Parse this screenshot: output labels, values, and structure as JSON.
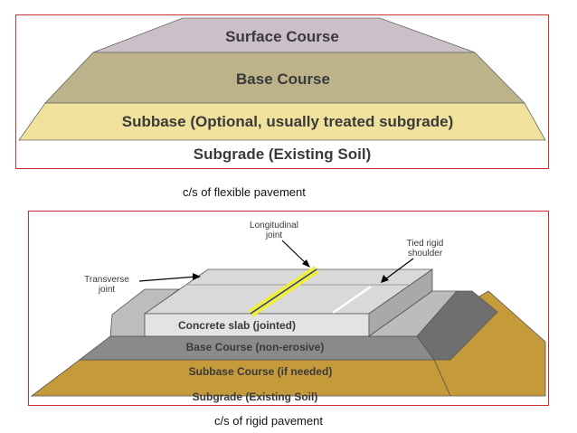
{
  "flexible_diagram": {
    "layers": {
      "surface": "Surface Course",
      "base": "Base Course",
      "subbase": "Subbase (Optional, usually treated subgrade)",
      "subgrade": "Subgrade (Existing Soil)"
    },
    "colors": {
      "surface": "#ccc0c8",
      "base": "#bdb38a",
      "subbase": "#f0e29c",
      "frame": "#c8312f"
    }
  },
  "flexible_caption": "c/s of flexible pavement",
  "rigid_diagram": {
    "annotations": {
      "longitudinal_line1": "Longitudinal",
      "longitudinal_line2": "joint",
      "tied_line1": "Tied rigid",
      "tied_line2": "shoulder",
      "transverse_line1": "Transverse",
      "transverse_line2": "joint"
    },
    "layers": {
      "slab": "Concrete slab (jointed)",
      "base": "Base Course (non-erosive)",
      "subbase": "Subbase Course (if needed)",
      "subgrade": "Subgrade (Existing Soil)"
    },
    "colors": {
      "slab": "#d8d8d8",
      "base": "#8a8a8a",
      "subbase": "#c49a3a",
      "joint": "#f1ee3a"
    }
  },
  "rigid_caption": "c/s of rigid pavement"
}
